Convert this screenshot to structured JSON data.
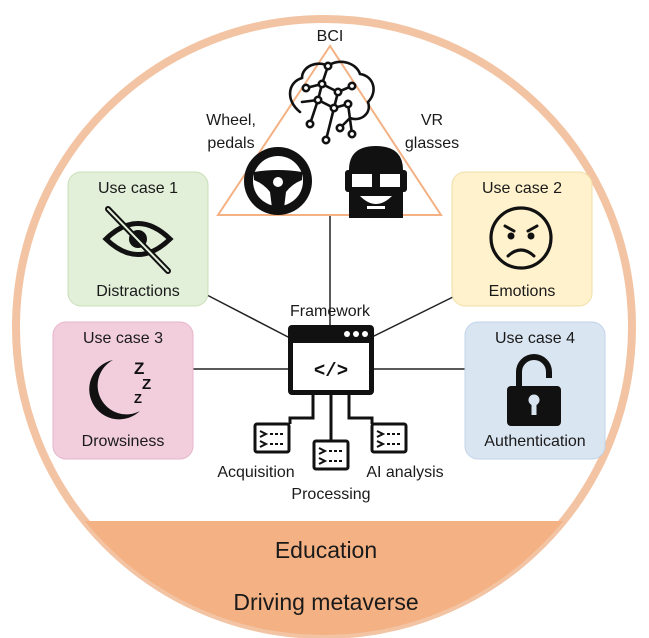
{
  "colors": {
    "ring": "#f3c4a3",
    "band": "#f4b183",
    "usecase1": "#e2efd9",
    "usecase2": "#fff2cc",
    "usecase3": "#f2cedd",
    "usecase4": "#dae5f2",
    "triangle": "#f4b183"
  },
  "bci": {
    "label": "BCI",
    "wheel_label_line1": "Wheel,",
    "wheel_label_line2": "pedals",
    "vr_label_line1": "VR",
    "vr_label_line2": "glasses",
    "icons": [
      "brain-network-icon",
      "steering-wheel-icon",
      "vr-headset-icon"
    ]
  },
  "framework": {
    "label": "Framework",
    "code_symbol": "</>",
    "modules": [
      "Acquisition",
      "Processing",
      "AI analysis"
    ]
  },
  "use_cases": [
    {
      "title": "Use case 1",
      "label": "Distractions",
      "icon": "eye-slash-icon"
    },
    {
      "title": "Use case 2",
      "label": "Emotions",
      "icon": "angry-face-icon"
    },
    {
      "title": "Use case 3",
      "label": "Drowsiness",
      "icon": "moon-sleep-icon"
    },
    {
      "title": "Use case 4",
      "label": "Authentication",
      "icon": "unlock-icon"
    }
  ],
  "footer": {
    "line1": "Education",
    "line2": "Driving metaverse"
  }
}
